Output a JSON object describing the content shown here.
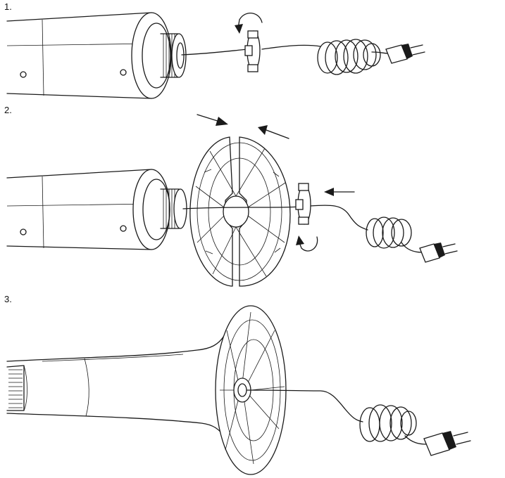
{
  "steps": [
    {
      "label": "1."
    },
    {
      "label": "2."
    },
    {
      "label": "3."
    }
  ]
}
